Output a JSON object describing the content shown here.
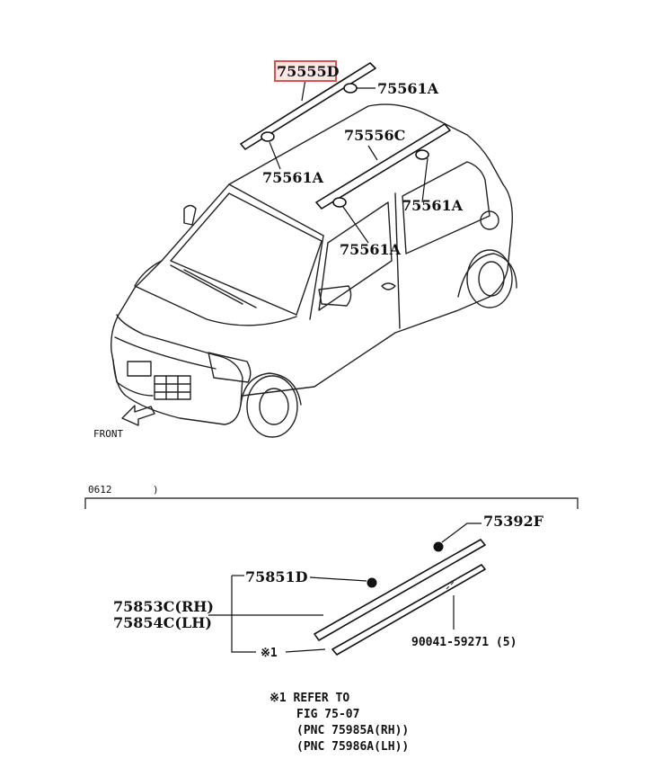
{
  "diagram": {
    "top_labels": {
      "highlighted": "75555D",
      "clip_upper_right": "75561A",
      "clip_left": "75561A",
      "molding_right": "75556C",
      "clip_rear_right": "75561A",
      "clip_mid_right": "75561A",
      "front_arrow": "FRONT"
    },
    "section": {
      "date_start": "0612",
      "date_end": ")"
    },
    "bottom_labels": {
      "p1": "75392F",
      "p2": "75851D",
      "p3_rh": "75853C(RH)",
      "p3_lh": "75854C(LH)",
      "p4": "90041-59271 (5)",
      "ref_mark": "※1"
    },
    "note": {
      "line1": "※1 REFER TO",
      "line2": "FIG 75-07",
      "line3": "(PNC 75985A(RH))",
      "line4": "(PNC 75986A(LH))"
    }
  }
}
